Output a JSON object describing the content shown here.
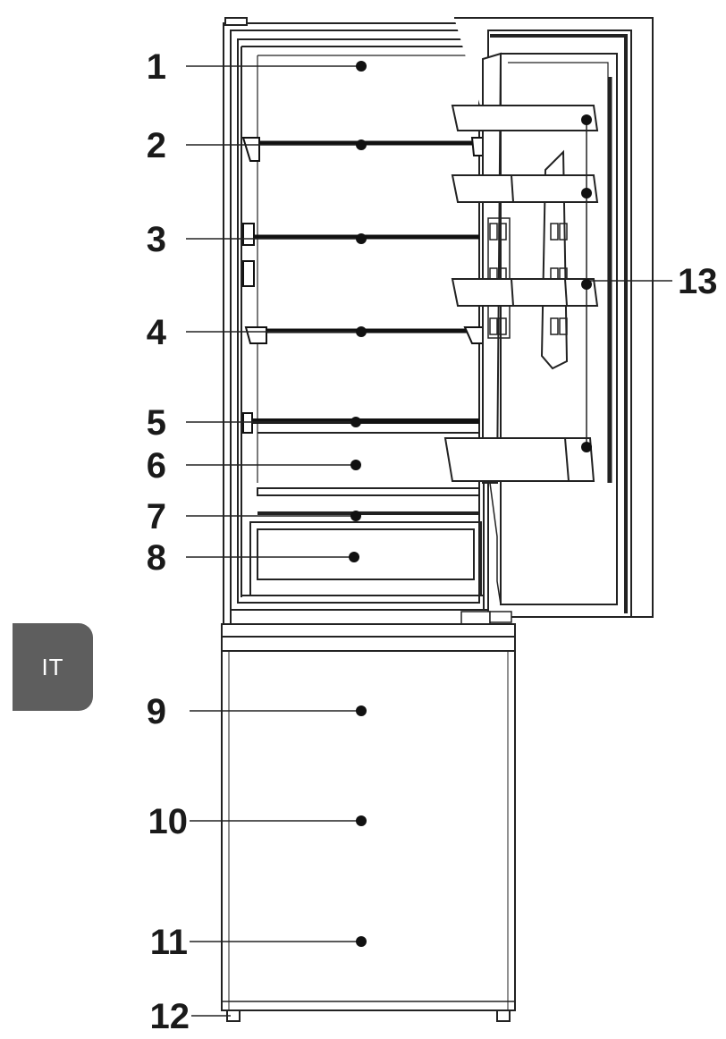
{
  "language_tab": "IT",
  "callouts": [
    {
      "id": "1",
      "label": "1"
    },
    {
      "id": "2",
      "label": "2"
    },
    {
      "id": "3",
      "label": "3"
    },
    {
      "id": "4",
      "label": "4"
    },
    {
      "id": "5",
      "label": "5"
    },
    {
      "id": "6",
      "label": "6"
    },
    {
      "id": "7",
      "label": "7"
    },
    {
      "id": "8",
      "label": "8"
    },
    {
      "id": "9",
      "label": "9"
    },
    {
      "id": "10",
      "label": "10"
    },
    {
      "id": "11",
      "label": "11"
    },
    {
      "id": "12",
      "label": "12"
    },
    {
      "id": "13",
      "label": "13"
    }
  ],
  "colors": {
    "stroke": "#222222",
    "fill": "#ffffff",
    "tab": "#5e5e5e"
  }
}
